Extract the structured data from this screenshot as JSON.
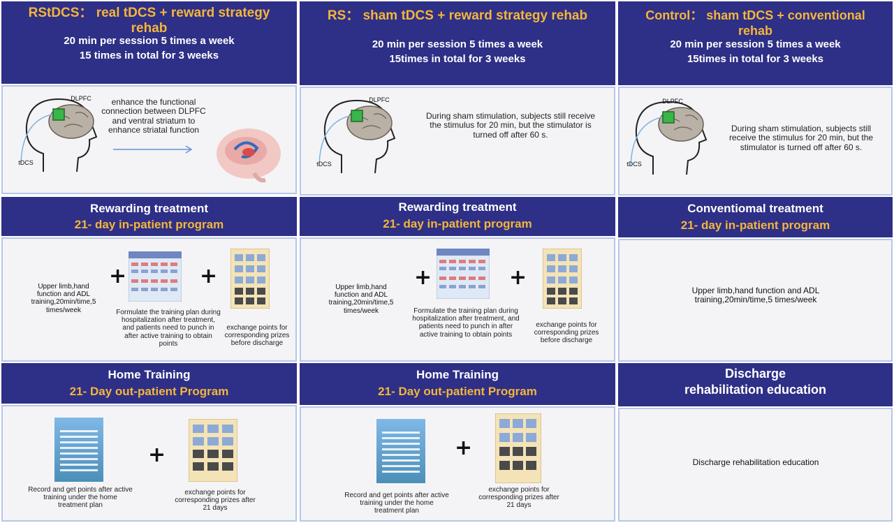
{
  "columns": [
    {
      "id": "rstdcs",
      "top": {
        "title_line1": "RStDCS： real tDCS + reward strategy",
        "title_line2": "rehab",
        "detail_line1": "20 min per session   5 times a week",
        "detail_line2": "15 times in total for 3 weeks",
        "label_dlpfc": "DLPFC",
        "label_tdcs": "tDCS",
        "description": "enhance the functional connection between DLPFC and ventral striatum to enhance striatal function"
      },
      "middle": {
        "title": "Rewarding treatment",
        "subtitle": "21- day in-patient program",
        "item1": "Upper limb,hand function and ADL training,20min/time,5 times/week",
        "item2": "Formulate the training plan during hospitalization after treatment, and patients need to punch in after active training to obtain points",
        "item3": "exchange points for corresponding prizes before discharge"
      },
      "bottom": {
        "title": "Home Training",
        "subtitle": "21- Day out-patient Program",
        "item1": "Record and get points after active training under the home treatment plan",
        "item2": "exchange points for corresponding prizes after 21 days"
      }
    },
    {
      "id": "rs",
      "top": {
        "title_line1": "RS： sham tDCS + reward strategy rehab",
        "detail_line1": "20 min per session   5 times a week",
        "detail_line2": "15times in total for 3 weeks",
        "label_dlpfc": "DLPFC",
        "label_tdcs": "tDCS",
        "description": "During sham stimulation, subjects still receive the stimulus for 20 min, but the stimulator is turned off after 60 s."
      },
      "middle": {
        "title": "Rewarding treatment",
        "subtitle": "21- day in-patient program",
        "item1": "Upper limb,hand function and ADL training,20min/time,5 times/week",
        "item2": "Formulate the training plan during hospitalization after treatment, and patients need to punch in after active training to obtain points",
        "item3": "exchange points for corresponding prizes before discharge"
      },
      "bottom": {
        "title": "Home Training",
        "subtitle": "21- Day out-patient Program",
        "item1": "Record and get points after active training under the home treatment plan",
        "item2": "exchange points for corresponding prizes after 21 days"
      }
    },
    {
      "id": "control",
      "top": {
        "title_line1": "Control： sham tDCS + conventional",
        "title_line2": "rehab",
        "detail_line1": "20 min per session   5 times a week",
        "detail_line2": "15times in total for 3 weeks",
        "label_dlpfc": "DLPFC",
        "label_tdcs": "tDCS",
        "description": "During sham stimulation, subjects still receive the stimulus for 20 min, but the stimulator is turned off after 60 s."
      },
      "middle": {
        "title": "Conventiomal treatment",
        "subtitle": "21- day in-patient program",
        "item1": "Upper limb,hand function and ADL training,20min/time,5 times/week"
      },
      "bottom": {
        "title_line1": "Discharge",
        "title_line2": "rehabilitation education",
        "item1": "Discharge rehabilitation education"
      }
    }
  ],
  "colors": {
    "header_bg": "#2e2f86",
    "header_title": "#f4b63a",
    "header_text": "#ffffff",
    "panel_bg": "#f4f4f6",
    "panel_border": "#b7c6e6"
  },
  "icons": [
    "head-brain-icon",
    "brain-striatum-icon",
    "arrow-right-icon",
    "plus-icon",
    "calendar-chart-icon",
    "prize-poster-icon",
    "home-plan-sheet-icon"
  ]
}
